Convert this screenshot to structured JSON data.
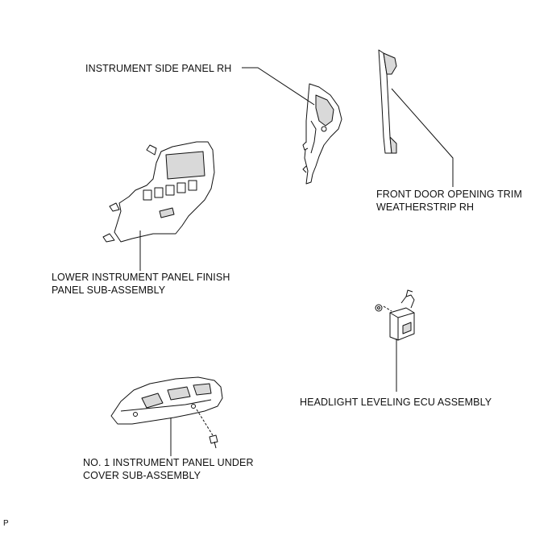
{
  "labels": {
    "side_panel": "INSTRUMENT SIDE PANEL RH",
    "weatherstrip_line1": "FRONT DOOR OPENING TRIM",
    "weatherstrip_line2": "WEATHERSTRIP RH",
    "finish_panel_line1": "LOWER INSTRUMENT PANEL FINISH",
    "finish_panel_line2": "PANEL SUB-ASSEMBLY",
    "ecu": "HEADLIGHT LEVELING ECU ASSEMBLY",
    "under_cover_line1": "NO. 1 INSTRUMENT PANEL UNDER",
    "under_cover_line2": "COVER SUB-ASSEMBLY"
  },
  "corner_mark": "P",
  "colors": {
    "line": "#111111",
    "part_fill": "#ffffff",
    "part_shade": "#d9d9d9"
  }
}
